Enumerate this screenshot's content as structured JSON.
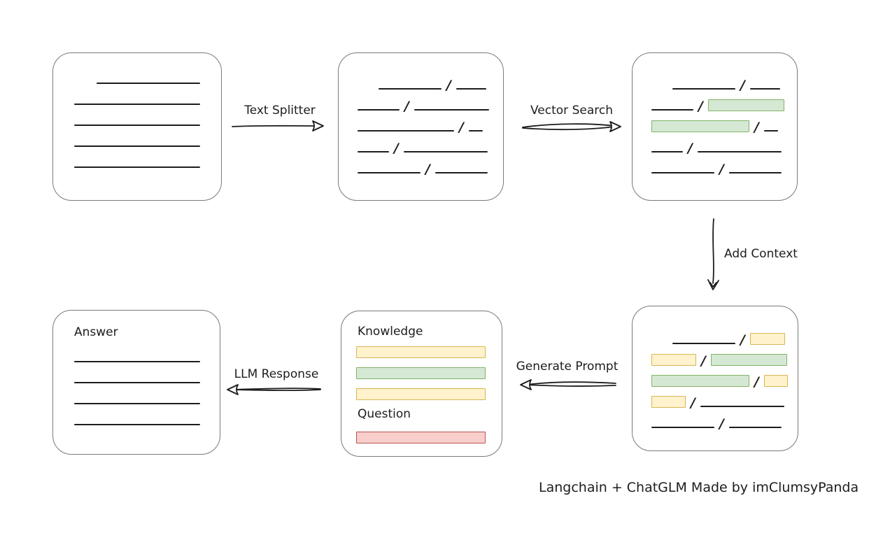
{
  "palette": {
    "line": "#1d1d1d",
    "box_border": "#7a7a7a",
    "green_fill": "#d5e8d4",
    "green_border": "#82b366",
    "yellow_fill": "#fff2cc",
    "yellow_border": "#d6b656",
    "red_fill": "#f8cecc",
    "red_border": "#b85450"
  },
  "labels": {
    "text_splitter": "Text Splitter",
    "vector_search": "Vector Search",
    "add_context": "Add Context",
    "generate_prompt": "Generate Prompt",
    "llm_response": "LLM Response",
    "knowledge": "Knowledge",
    "question": "Question",
    "answer": "Answer",
    "caption": "Langchain + ChatGLM Made by imClumsyPanda"
  },
  "boxes": {
    "document": {
      "rows": [
        {
          "indent": 32,
          "segments": [
            {
              "t": "line",
              "w": 148
            }
          ]
        },
        {
          "segments": [
            {
              "t": "line",
              "w": 180
            }
          ]
        },
        {
          "segments": [
            {
              "t": "line",
              "w": 180
            }
          ]
        },
        {
          "segments": [
            {
              "t": "line",
              "w": 180
            }
          ]
        },
        {
          "segments": [
            {
              "t": "line",
              "w": 180
            }
          ]
        }
      ]
    },
    "split_chunks": {
      "rows": [
        {
          "indent": 30,
          "segments": [
            {
              "t": "line",
              "w": 90
            },
            {
              "t": "slash"
            },
            {
              "t": "line",
              "w": 43
            }
          ]
        },
        {
          "segments": [
            {
              "t": "line",
              "w": 60
            },
            {
              "t": "slash"
            },
            {
              "t": "line",
              "w": 107
            }
          ]
        },
        {
          "segments": [
            {
              "t": "line",
              "w": 138
            },
            {
              "t": "slash"
            },
            {
              "t": "line",
              "w": 20
            }
          ]
        },
        {
          "segments": [
            {
              "t": "line",
              "w": 45
            },
            {
              "t": "slash"
            },
            {
              "t": "line",
              "w": 120
            }
          ]
        },
        {
          "segments": [
            {
              "t": "line",
              "w": 90
            },
            {
              "t": "slash"
            },
            {
              "t": "line",
              "w": 75
            }
          ]
        }
      ]
    },
    "vector_results": {
      "rows": [
        {
          "indent": 30,
          "segments": [
            {
              "t": "line",
              "w": 90
            },
            {
              "t": "slash"
            },
            {
              "t": "line",
              "w": 43
            }
          ]
        },
        {
          "segments": [
            {
              "t": "line",
              "w": 60
            },
            {
              "t": "slash"
            },
            {
              "t": "green",
              "w": 107
            }
          ]
        },
        {
          "segments": [
            {
              "t": "green",
              "w": 138
            },
            {
              "t": "slash"
            },
            {
              "t": "line",
              "w": 20
            }
          ]
        },
        {
          "segments": [
            {
              "t": "line",
              "w": 45
            },
            {
              "t": "slash"
            },
            {
              "t": "line",
              "w": 120
            }
          ]
        },
        {
          "segments": [
            {
              "t": "line",
              "w": 90
            },
            {
              "t": "slash"
            },
            {
              "t": "line",
              "w": 75
            }
          ]
        }
      ]
    },
    "context_chunks": {
      "rows": [
        {
          "indent": 30,
          "segments": [
            {
              "t": "line",
              "w": 90
            },
            {
              "t": "slash"
            },
            {
              "t": "yellow",
              "w": 48
            }
          ]
        },
        {
          "segments": [
            {
              "t": "yellow",
              "w": 62
            },
            {
              "t": "slash"
            },
            {
              "t": "green",
              "w": 107
            }
          ]
        },
        {
          "segments": [
            {
              "t": "green",
              "w": 138
            },
            {
              "t": "slash"
            },
            {
              "t": "yellow",
              "w": 32
            }
          ]
        },
        {
          "segments": [
            {
              "t": "yellow",
              "w": 47
            },
            {
              "t": "slash"
            },
            {
              "t": "line",
              "w": 120
            }
          ]
        },
        {
          "segments": [
            {
              "t": "line",
              "w": 90
            },
            {
              "t": "slash"
            },
            {
              "t": "line",
              "w": 75
            }
          ]
        }
      ]
    },
    "prompt": {
      "knowledge_bars": [
        {
          "segments": [
            {
              "t": "yellow",
              "w": 183
            }
          ]
        },
        {
          "segments": [
            {
              "t": "green",
              "w": 183
            }
          ]
        },
        {
          "segments": [
            {
              "t": "yellow",
              "w": 183
            }
          ]
        }
      ],
      "question_bars": [
        {
          "segments": [
            {
              "t": "red",
              "w": 183
            }
          ]
        }
      ]
    },
    "answer": {
      "rows": [
        {
          "segments": [
            {
              "t": "line",
              "w": 180
            }
          ]
        },
        {
          "segments": [
            {
              "t": "line",
              "w": 180
            }
          ]
        },
        {
          "segments": [
            {
              "t": "line",
              "w": 180
            }
          ]
        },
        {
          "segments": [
            {
              "t": "line",
              "w": 180
            }
          ]
        }
      ]
    }
  }
}
